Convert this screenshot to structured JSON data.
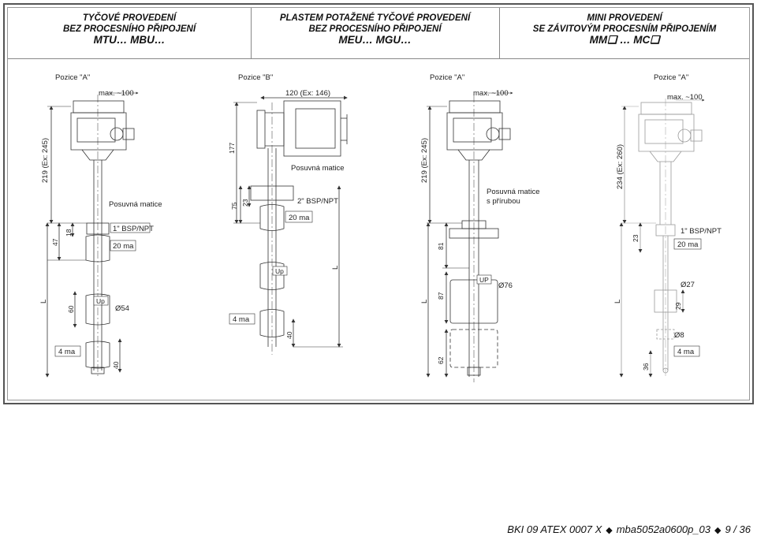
{
  "headers": [
    {
      "line1": "TYČOVÉ PROVEDENÍ",
      "line2": "BEZ PROCESNÍHO PŘIPOJENÍ",
      "line3": "MTU… MBU…"
    },
    {
      "line1": "PLASTEM POTAŽENÉ TYČOVÉ PROVEDENÍ",
      "line2": "BEZ PROCESNÍHO PŘIPOJENÍ",
      "line3": "MEU… MGU…"
    },
    {
      "line1": "MINI PROVEDENÍ",
      "line2": "SE ZÁVITOVÝM PROCESNÍM PŘIPOJENÍM",
      "line3": "MM❏ … MC❏"
    }
  ],
  "drawings": {
    "d1": {
      "position": "Pozice \"A\"",
      "max": "max. ~100",
      "height": "219 (Ex: 245)",
      "nut": "Posuvná matice",
      "dim47": "47",
      "dim18": "18",
      "thread": "1\" BSP/NPT",
      "ma20": "20 ma",
      "L": "L",
      "dim60": "60",
      "up": "Up",
      "dia": "Ø54",
      "ma4": "4 ma",
      "dim40": "40"
    },
    "d2": {
      "position": "Pozice \"B\"",
      "width": "120 (Ex: 146)",
      "dim177": "177",
      "nut": "Posuvná matice",
      "dim75": "75",
      "dim23": "23",
      "thread": "2\" BSP/NPT",
      "ma20": "20 ma",
      "up": "Up",
      "L": "L",
      "ma4": "4 ma",
      "dim40": "40"
    },
    "d3": {
      "position": "Pozice \"A\"",
      "max": "max. ~100",
      "height": "219 (Ex: 245)",
      "nut1": "Posuvná matice",
      "nut2": "s přírubou",
      "dim81": "81",
      "L": "L",
      "dim87": "87",
      "up": "UP",
      "dia": "Ø76",
      "dim62": "62"
    },
    "d4": {
      "position": "Pozice \"A\"",
      "max": "max. ~100",
      "height": "234 (Ex: 260)",
      "dim23": "23",
      "thread": "1\" BSP/NPT",
      "ma20": "20 ma",
      "L": "L",
      "dia27": "Ø27",
      "dim29": "29",
      "dia8": "Ø8",
      "dim36": "36",
      "ma4": "4 ma"
    }
  },
  "footer": {
    "doc": "BKI 09 ATEX 0007 X",
    "file": "mba5052a0600p_03",
    "page": "9 / 36"
  }
}
